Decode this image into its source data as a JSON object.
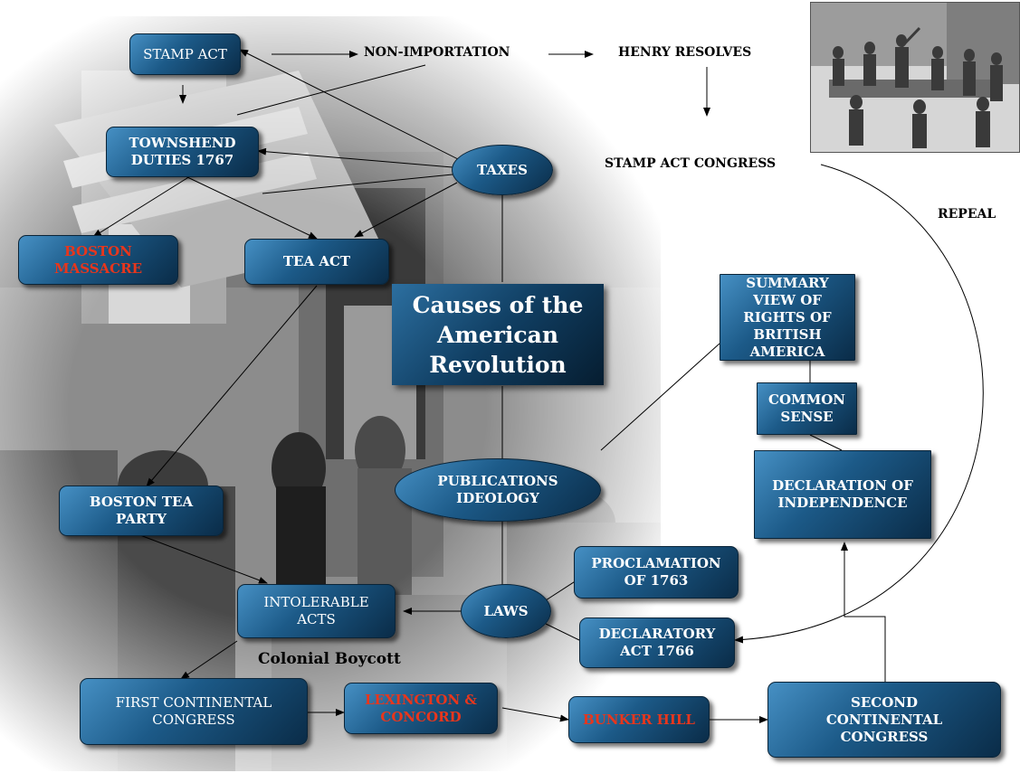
{
  "diagram": {
    "title": "Causes of the American Revolution",
    "boxes": {
      "stamp_act": "STAMP ACT",
      "townshend": "TOWNSHEND DUTIES 1767",
      "boston_massacre": "BOSTON MASSACRE",
      "tea_act": "TEA ACT",
      "boston_tea_party": "BOSTON TEA PARTY",
      "intolerable_acts": "INTOLERABLE ACTS",
      "first_continental": "FIRST CONTINENTAL CONGRESS",
      "lexington": "LEXINGTON & CONCORD",
      "bunker_hill": "BUNKER HILL",
      "second_continental": "SECOND CONTINENTAL CONGRESS",
      "proclamation": "PROCLAMATION OF 1763",
      "declaratory": "DECLARATORY ACT 1766",
      "summary_view": "SUMMARY VIEW OF RIGHTS OF BRITISH AMERICA",
      "common_sense": "COMMON SENSE",
      "declaration": "DECLARATION OF INDEPENDENCE"
    },
    "ovals": {
      "taxes": "TAXES",
      "publications": "PUBLICATIONS IDEOLOGY",
      "laws": "LAWS"
    },
    "labels": {
      "non_importation": "NON-IMPORTATION",
      "henry_resolves": "HENRY RESOLVES",
      "stamp_act_congress": "STAMP ACT CONGRESS",
      "repeal": "REPEAL",
      "colonial_boycott": "Colonial Boycott"
    },
    "colors": {
      "node_light": "#4690c4",
      "node_dark": "#0a2c48",
      "highlight_red": "#e8361c"
    }
  }
}
